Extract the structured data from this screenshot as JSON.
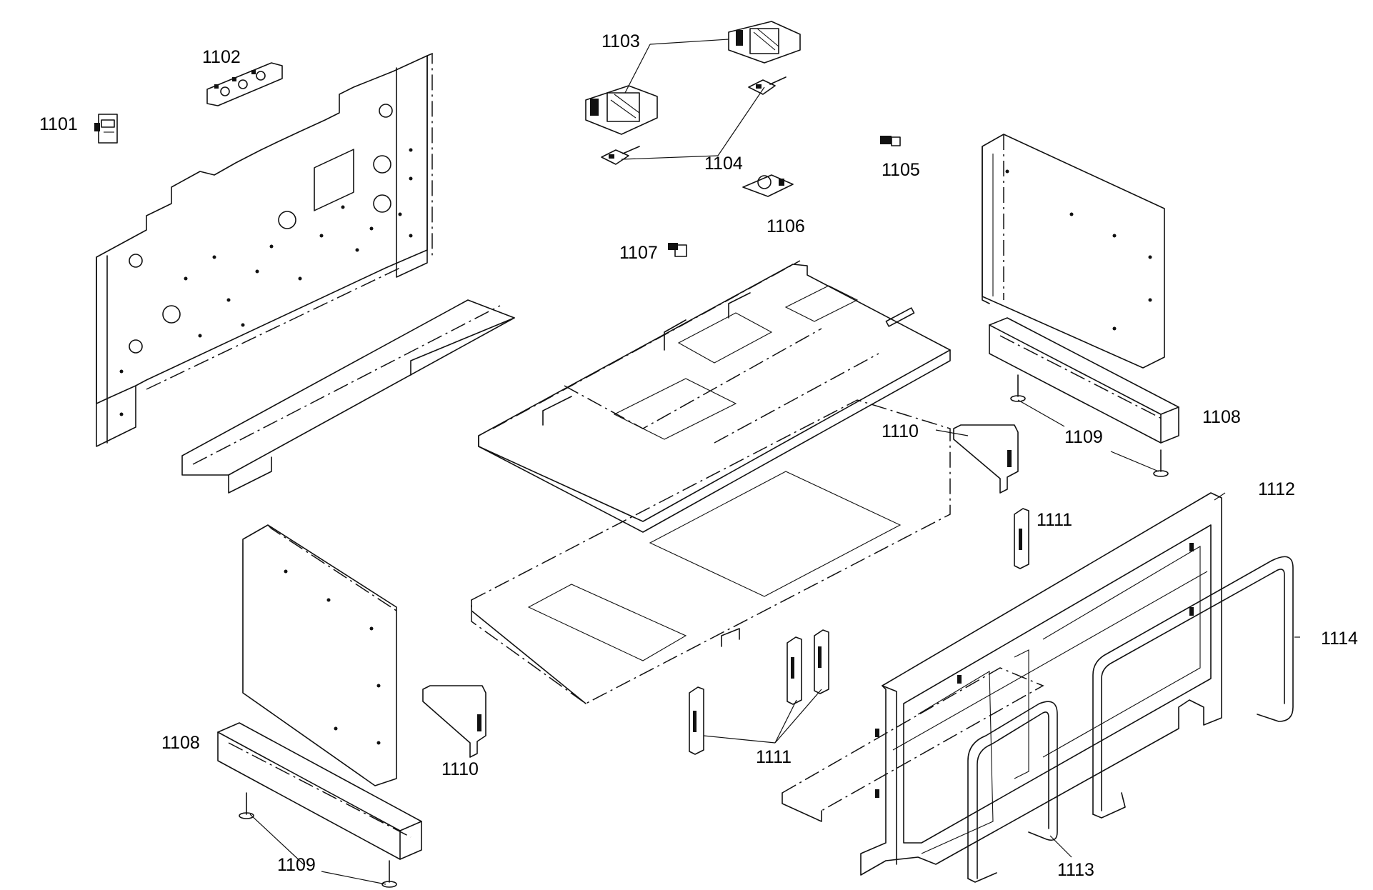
{
  "labels": {
    "p1101": "1101",
    "p1102": "1102",
    "p1103": "1103",
    "p1104": "1104",
    "p1105": "1105",
    "p1106": "1106",
    "p1107": "1107",
    "p1108a": "1108",
    "p1108b": "1108",
    "p1109a": "1109",
    "p1109b": "1109",
    "p1110a": "1110",
    "p1110b": "1110",
    "p1111a": "1111",
    "p1111b": "1111",
    "p1112": "1112",
    "p1113": "1113",
    "p1114": "1114"
  }
}
